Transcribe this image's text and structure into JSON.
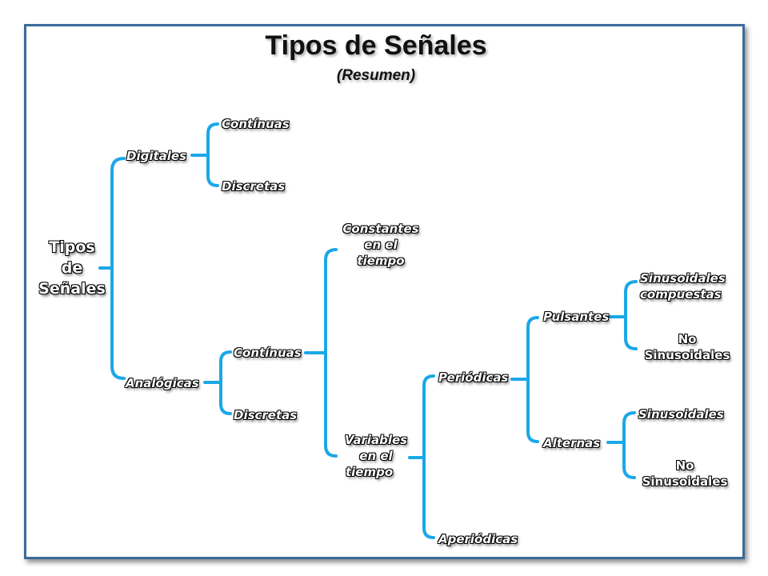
{
  "title": "Tipos de Señales",
  "subtitle": "(Resumen)",
  "colors": {
    "connector": "#1ba7e8",
    "frame": "#3b6a9a",
    "text_fill": "#ffffff",
    "text_outline": "#000000"
  },
  "root": {
    "line1": "Tipos",
    "line2": "de",
    "line3": "Señales"
  },
  "digitales": {
    "label": "Digitales",
    "continuas": "Contínuas",
    "discretas": "Discretas"
  },
  "analogicas": {
    "label": "Analógicas",
    "continuas": "Contínuas",
    "discretas": "Discretas",
    "constantes": {
      "line1": "Constantes",
      "line2": "en el",
      "line3": "tiempo"
    },
    "variables": {
      "line1": "Variables",
      "line2": "en el",
      "line3": "tiempo"
    },
    "periodicas": "Periódicas",
    "aperiodicas": "Aperiódicas",
    "pulsantes": "Pulsantes",
    "alternas": "Alternas",
    "sin_compuestas": {
      "line1": "Sinusoidales",
      "line2": "compuestas"
    },
    "no_sin_1": {
      "line1": "No",
      "line2": "Sinusoidales"
    },
    "sinusoidales": "Sinusoidales",
    "no_sin_2": {
      "line1": "No",
      "line2": "Sinusoidales"
    }
  }
}
